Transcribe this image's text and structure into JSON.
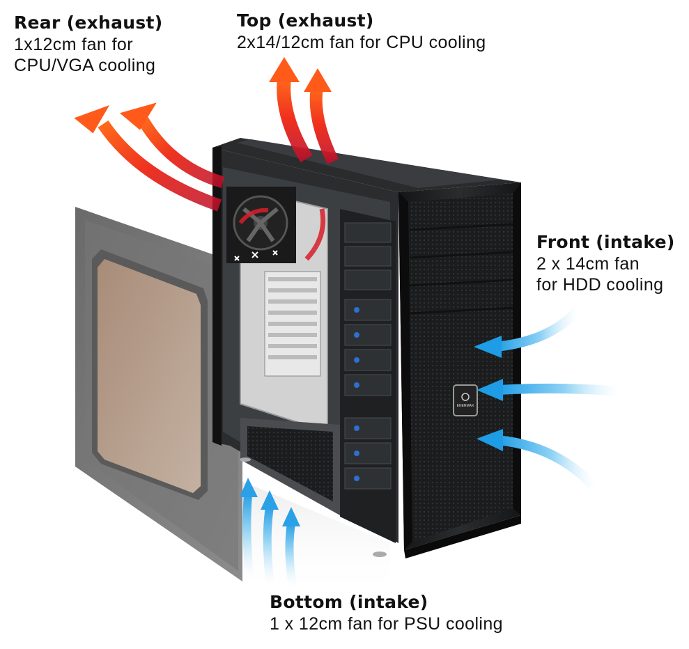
{
  "labels": {
    "rear": {
      "title": "Rear (exhaust)",
      "lines": [
        "1x12cm fan for",
        "CPU/VGA cooling"
      ]
    },
    "top": {
      "title": "Top (exhaust)",
      "lines": [
        "2x14/12cm fan for CPU cooling"
      ]
    },
    "front": {
      "title": "Front (intake)",
      "lines": [
        "2 x 14cm fan",
        "for HDD cooling"
      ]
    },
    "bottom": {
      "title": "Bottom (intake)",
      "lines": [
        "1 x 12cm fan for PSU cooling"
      ]
    }
  },
  "badge": {
    "text": "ENERMAX"
  },
  "colors": {
    "exhaust_hot": "#ff5a1a",
    "exhaust_deep": "#d81e2c",
    "intake": "#1e9de6",
    "intake_light": "#bfe6fa",
    "case_body": "#1f2123",
    "panel_frame": "#6e6e6e",
    "panel_window": "#b6a08e"
  },
  "icons": [
    "exhaust-arrow-icon",
    "intake-arrow-icon",
    "fan-icon",
    "enermax-logo-icon"
  ]
}
